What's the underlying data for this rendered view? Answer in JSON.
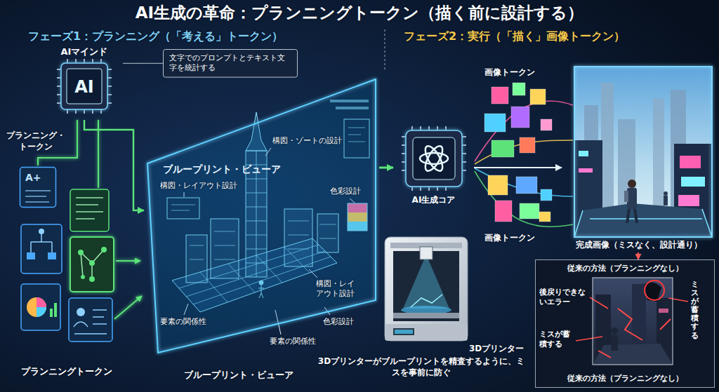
{
  "diagram": {
    "title": "AI生成の革命：プランニングトークン（描く前に設計する）",
    "nodes": [
      {
        "text": [
          "AIマインド",
          "AI"
        ]
      },
      {
        "text": [
          "文字でのプロンプトとテキスト文字を統計する"
        ]
      },
      {
        "text": [
          "A+"
        ]
      },
      {
        "text": [
          "ブループリント・ビューア"
        ]
      },
      {
        "text": [
          "AI生成コア"
        ]
      },
      {
        "text": [
          "完成画像（ミスなく、設計通り）"
        ]
      },
      {
        "text": [
          "従来の方法（プランニングなし）",
          "従来の方法（プランニングなし）"
        ]
      }
    ],
    "edges": [
      {
        "from": 0,
        "to": 3,
        "arrow": "to"
      },
      {
        "from": 1,
        "to": 0,
        "arrow": "none"
      },
      {
        "from": 3,
        "to": 4,
        "arrow": "to"
      },
      {
        "from": 4,
        "to": 5,
        "arrow": "to"
      },
      {
        "from": 5,
        "to": 6,
        "arrow": "to"
      }
    ],
    "labels": [
      "フェーズ1：プランニング（「考える」トークン）",
      "フェーズ2：実行（「描く」画像トークン）",
      "プランニング・トークン",
      "プランニングトークン",
      "構図・ゾートの設計",
      "構図・レイアウト設計",
      "色彩設計",
      "構図・レイアウト設計",
      "色彩設計",
      "要素の関係性",
      "要素の関係性",
      "ブループリント・ビューア",
      "画像トークン",
      "画像トークン",
      "後戻りできないエラー",
      "ミスが蓄積する",
      "ミスが蓄積する",
      "3Dプリンター",
      "3Dプリンターがブループリントを精査するように、ミスを事前に防ぐ"
    ]
  }
}
